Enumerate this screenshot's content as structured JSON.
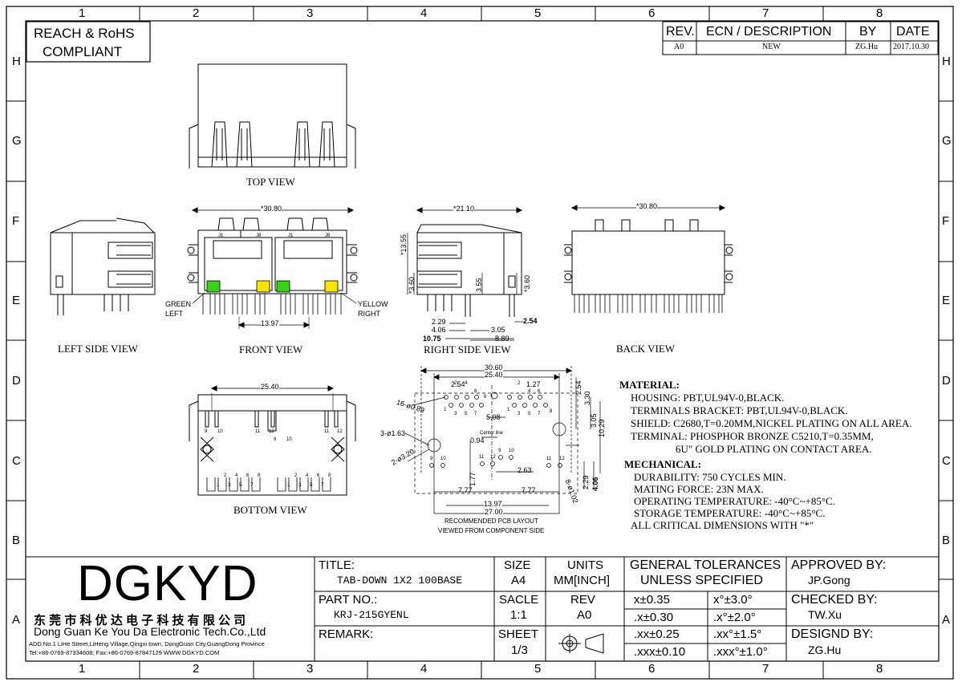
{
  "compliance": {
    "line1": "REACH & RoHS",
    "line2": "COMPLIANT"
  },
  "grid": {
    "cols": [
      "1",
      "2",
      "3",
      "4",
      "5",
      "6",
      "7",
      "8"
    ],
    "rows": [
      "H",
      "G",
      "F",
      "E",
      "D",
      "C",
      "B",
      "A"
    ]
  },
  "revision": {
    "headers": [
      "REV.",
      "ECN / DESCRIPTION",
      "BY",
      "DATE"
    ],
    "row": [
      "A0",
      "NEW",
      "ZG.Hu",
      "2017.10.30"
    ]
  },
  "views": {
    "top": "TOP VIEW",
    "left": "LEFT SIDE VIEW",
    "front": "FRONT VIEW",
    "right": "RIGHT SIDE VIEW",
    "back": "BACK VIEW",
    "bottom": "BOTTOM VIEW",
    "pcb1": "RECOMMENDED PCB LAYOUT",
    "pcb2": "VIEWED FROM COMPONENT SIDE",
    "center_line": "Center line"
  },
  "leds": {
    "green": "GREEN",
    "left": "LEFT",
    "yellow": "YELLOW",
    "right": "RIGHT"
  },
  "dims": {
    "front_width": "*30.80",
    "front_pitch": "13.97",
    "j1": "J1",
    "j8": "J8",
    "right_width": "*21.10",
    "right_h1": "*13.55",
    "right_h2": "*3.60",
    "right_h3": "3.55",
    "right_h4": "*3.60",
    "right_229": "2.29",
    "right_406": "4.06",
    "right_305": "3.05",
    "right_254": "2.54",
    "right_1075": "10.75",
    "right_889": "8.89",
    "back_width": "*30.80",
    "bottom_width": "25.40",
    "pcb_3060": "30.60",
    "pcb_2540": "25.40",
    "pcb_254a": "2.54",
    "pcb_127": "1.27",
    "pcb_254b": "2.54",
    "pcb_330": "3.30",
    "pcb_305": "3.05",
    "pcb_1029": "10.29",
    "pcb_16h": "16-ø0.89",
    "pcb_3h": "3-ø1.63",
    "pcb_2h": "2-ø3.20",
    "pcb_508": "5.08",
    "pcb_094": "0.94",
    "pcb_263": "2.63",
    "pcb_177": "1.77",
    "pcb_777a": "7.77",
    "pcb_777b": "7.77",
    "pcb_1397": "13.97",
    "pcb_2700": "27.00",
    "pcb_229": "2.29",
    "pcb_406": "4.06",
    "pcb_8h": "8-ø1.02"
  },
  "pins": {
    "bottom_row1": [
      "9",
      "10",
      "11",
      "12",
      "9",
      "10",
      "11",
      "12"
    ],
    "bottom_row2": [
      "1",
      "2",
      "3",
      "4",
      "5",
      "6",
      "7",
      "8",
      "1",
      "2",
      "3",
      "4",
      "5",
      "6",
      "7",
      "8"
    ],
    "pcb_top": [
      "1",
      "2",
      "3",
      "4",
      "5",
      "6",
      "7",
      "8",
      "1",
      "2",
      "3",
      "4",
      "5",
      "6",
      "7",
      "8"
    ],
    "pcb_bottom": [
      "9",
      "10",
      "11",
      "12",
      "9",
      "10",
      "11",
      "12"
    ]
  },
  "material": {
    "heading": "MATERIAL:",
    "lines": [
      "HOUSING: PBT,UL94V-0,BLACK.",
      "TERMINALS BRACKET: PBT,UL94V-0,BLACK.",
      "SHIELD: C2680,T=0.20MM,NICKEL PLATING ON ALL AREA.",
      "TERMINAL: PHOSPHOR BRONZE C5210,T=0.35MM,",
      "6U\" GOLD PLATING ON CONTACT AREA."
    ]
  },
  "mechanical": {
    "heading": "MECHANICAL:",
    "lines": [
      "DURABILITY: 750 CYCLES MIN.",
      "MATING FORCE: 23N MAX.",
      "OPERATING TEMPERATURE: -40°C~+85°C.",
      "STORAGE TEMPERATURE: -40°C~+85°C.",
      "ALL CRITICAL DIMENSIONS WITH \"*\""
    ]
  },
  "company": {
    "logo": "DGKYD",
    "chinese": "东 莞 市 科 优 达 电 子 科 技 有 限 公 司",
    "english": "Dong Guan Ke You Da Electronic Tech.Co.,Ltd",
    "address": "ADD:No.1 LiHe Street,LiHeng Village,Qingxi town, DongGuan City,GuangDong Province",
    "contact": "Tel:+86-0769-87334608; Fax:+86-0769-87847129  WWW.DGKYD.COM"
  },
  "title_block": {
    "title_label": "TITLE:",
    "title_value": "TAB-DOWN 1X2 100BASE",
    "part_label": "PART NO.:",
    "part_value": "KRJ-215GYENL",
    "remark_label": "REMARK:",
    "size_label": "SIZE",
    "size_value": "A4",
    "scale_label": "SACLE",
    "scale_value": "1:1",
    "sheet_label": "SHEET",
    "sheet_value": "1/3",
    "units_label": "UNITS",
    "units_value": "MM[INCH]",
    "rev_label": "REV",
    "rev_value": "A0",
    "tol_line1": "GENERAL TOLERANCES",
    "tol_line2": "UNLESS SPECIFIED",
    "tol_rows": [
      [
        "x±0.35",
        "x°±3.0°"
      ],
      [
        ".x±0.30",
        ".x°±2.0°"
      ],
      [
        ".xx±0.25",
        ".xx°±1.5°"
      ],
      [
        ".xxx±0.10",
        ".xxx°±1.0°"
      ]
    ],
    "approved_label": "APPROVED BY:",
    "approved_value": "JP.Gong",
    "checked_label": "CHECKED BY:",
    "checked_value": "TW.Xu",
    "design_label": "DESIGND BY:",
    "design_value": "ZG.Hu"
  }
}
